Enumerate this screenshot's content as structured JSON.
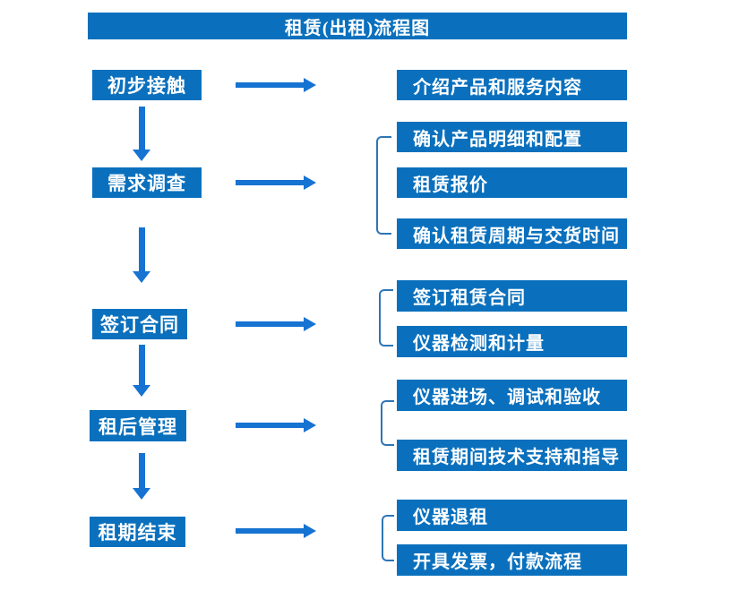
{
  "title": "租赁(出租)流程图",
  "colors": {
    "background": "#ffffff",
    "box_blue": "#0a70bd",
    "arrow_blue": "#1673d2",
    "bracket_blue": "#2e75b6",
    "text_white": "#ffffff"
  },
  "steps": [
    {
      "label": "初步接触",
      "details": [
        "介绍产品和服务内容"
      ]
    },
    {
      "label": "需求调查",
      "details": [
        "确认产品明细和配置",
        "租赁报价",
        "确认租赁周期与交货时间"
      ]
    },
    {
      "label": "签订合同",
      "details": [
        "签订租赁合同",
        "仪器检测和计量"
      ]
    },
    {
      "label": "租后管理",
      "details": [
        "仪器进场、调试和验收",
        "租赁期间技术支持和指导"
      ]
    },
    {
      "label": "租期结束",
      "details": [
        "仪器退租",
        "开具发票，付款流程"
      ]
    }
  ]
}
